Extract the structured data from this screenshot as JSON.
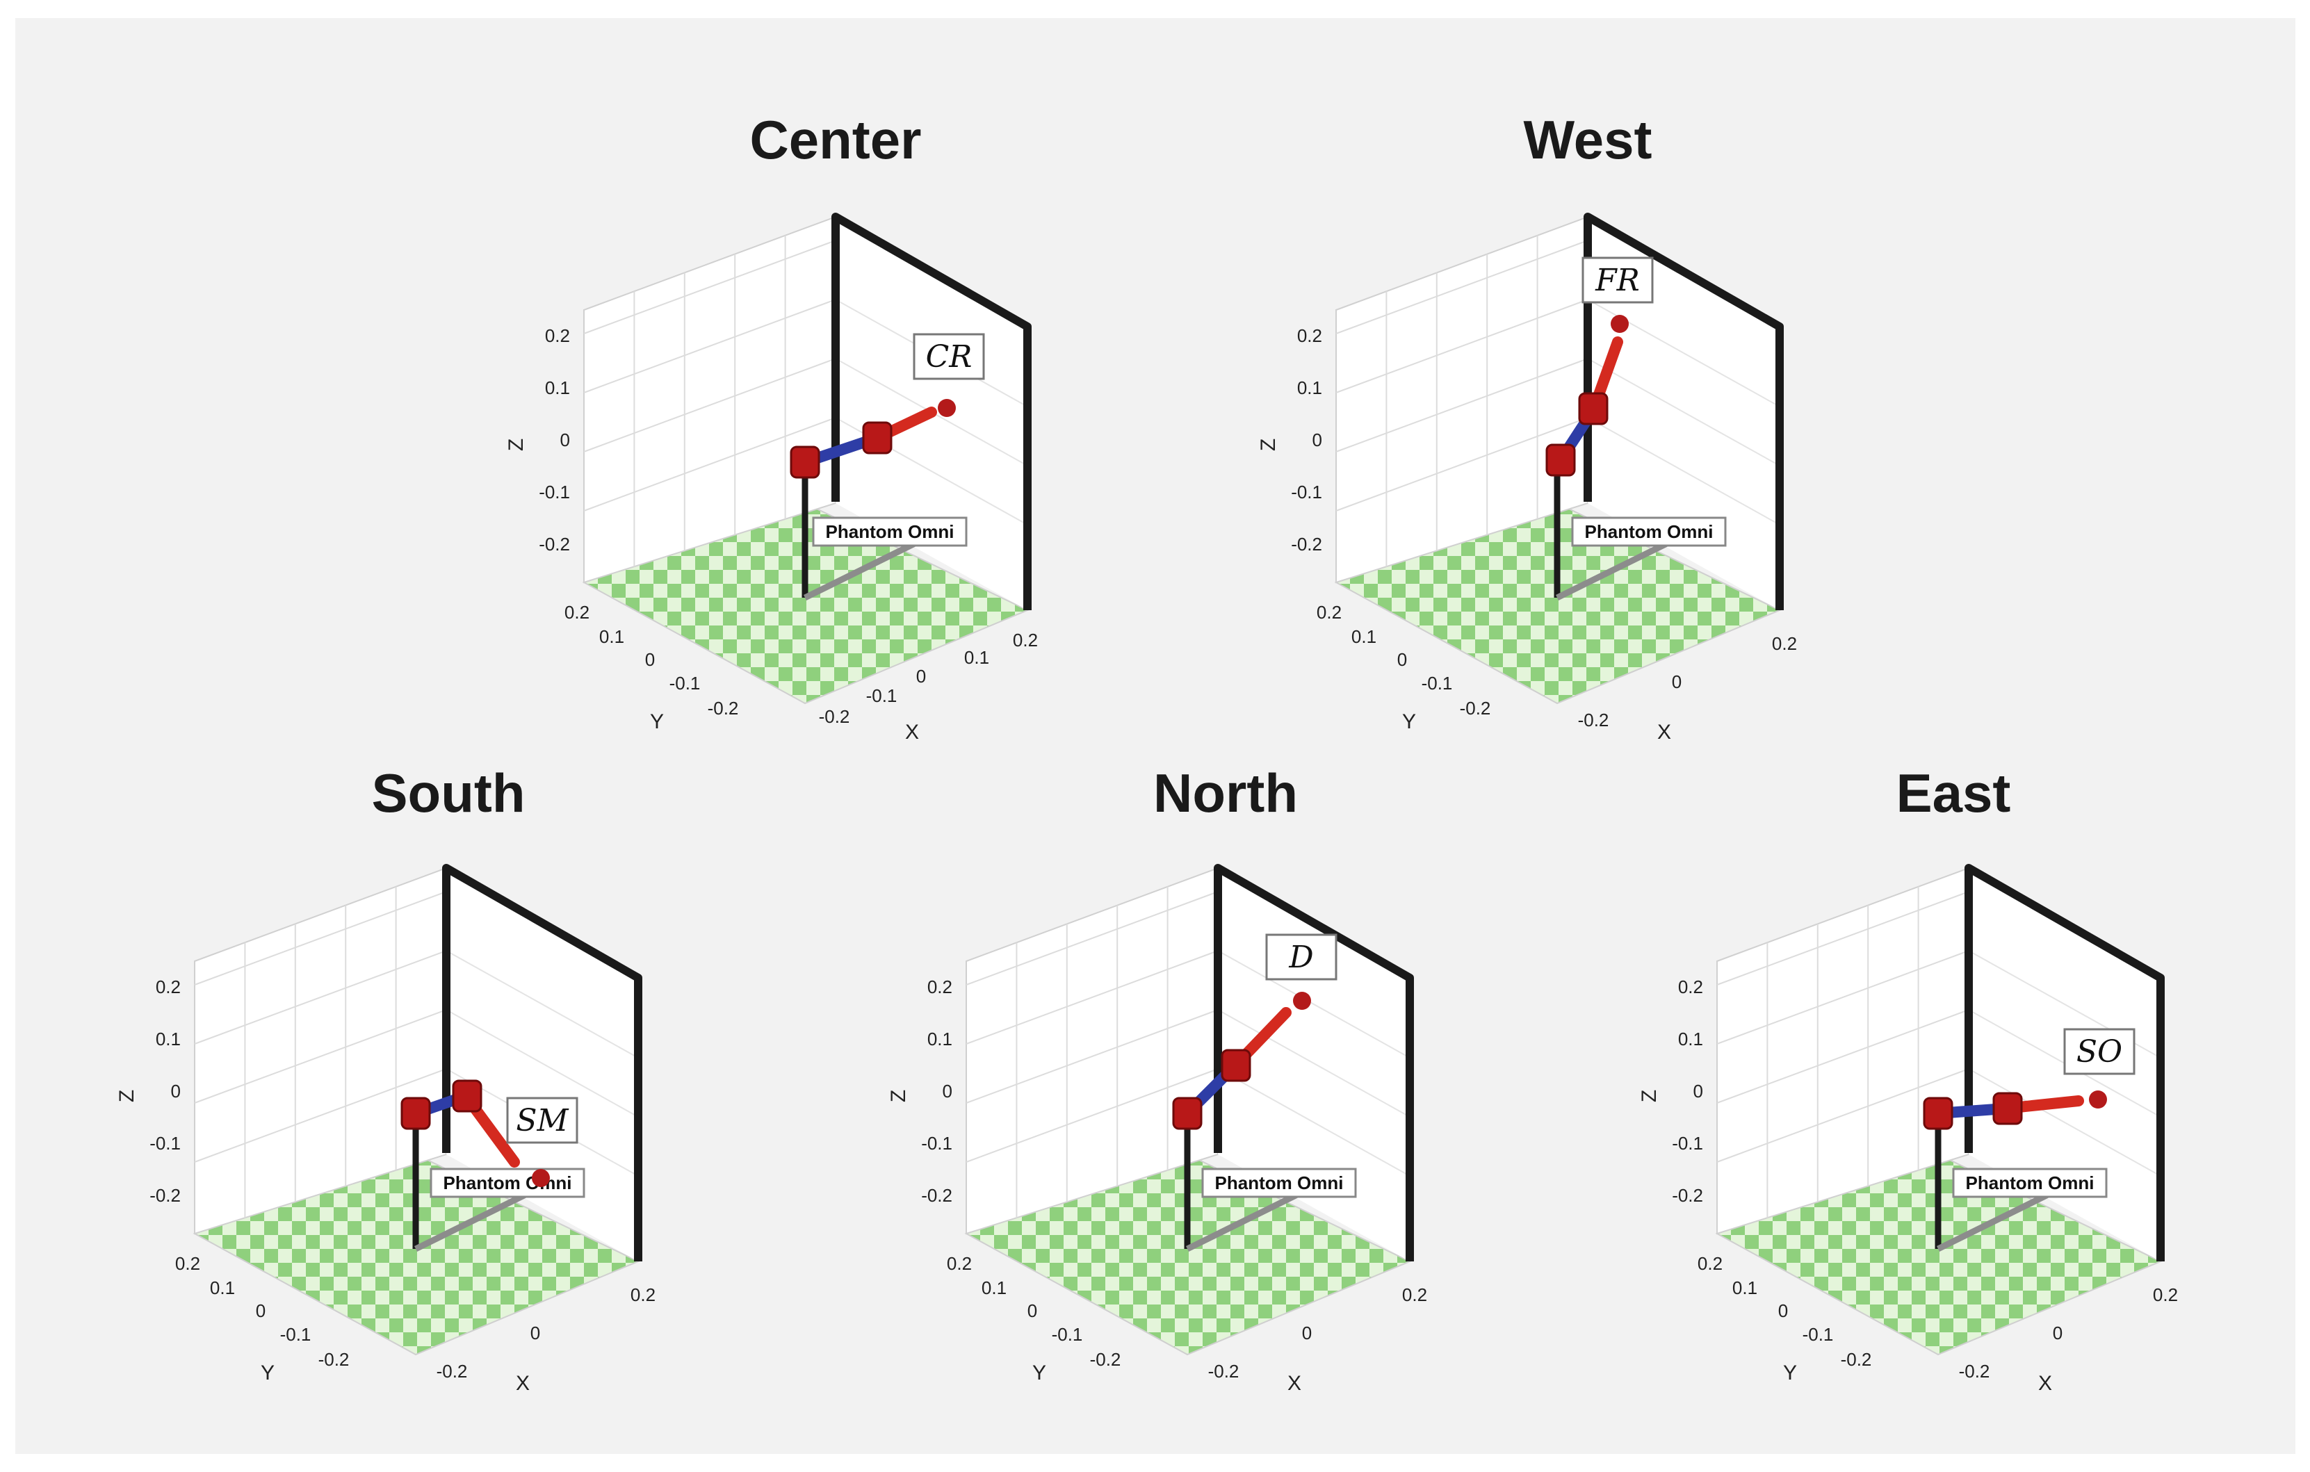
{
  "figure": {
    "panels": [
      {
        "id": "center",
        "title": "Center",
        "pose_label": "CR",
        "device_label": "Phantom Omni",
        "pose": "center"
      },
      {
        "id": "west",
        "title": "West",
        "pose_label": "FR",
        "device_label": "Phantom Omni",
        "pose": "west"
      },
      {
        "id": "south",
        "title": "South",
        "pose_label": "SM",
        "device_label": "Phantom Omni",
        "pose": "south"
      },
      {
        "id": "north",
        "title": "North",
        "pose_label": "D",
        "device_label": "Phantom Omni",
        "pose": "north"
      },
      {
        "id": "east",
        "title": "East",
        "pose_label": "SO",
        "device_label": "Phantom Omni",
        "pose": "east"
      }
    ],
    "axes": {
      "x_label": "X",
      "y_label": "Y",
      "z_label": "Z",
      "z_ticks": [
        "0.2",
        "0.1",
        "0",
        "-0.1",
        "-0.2"
      ],
      "y_ticks": [
        "0.2",
        "0.1",
        "0",
        "-0.1",
        "-0.2"
      ],
      "x_ticks_full": [
        "-0.2",
        "-0.1",
        "0",
        "0.1",
        "0.2"
      ],
      "x_ticks_sparse": [
        "-0.2",
        "0",
        "0.2"
      ]
    },
    "colors": {
      "background": "#f2f2f2",
      "link_upper": "#d42a1f",
      "link_lower": "#2e3da6",
      "joint": "#b81818",
      "end_point": "#b31a1a",
      "floor_a": "#8fd07d",
      "floor_b": "#e4f5da",
      "frame": "#1a1a1a"
    }
  }
}
